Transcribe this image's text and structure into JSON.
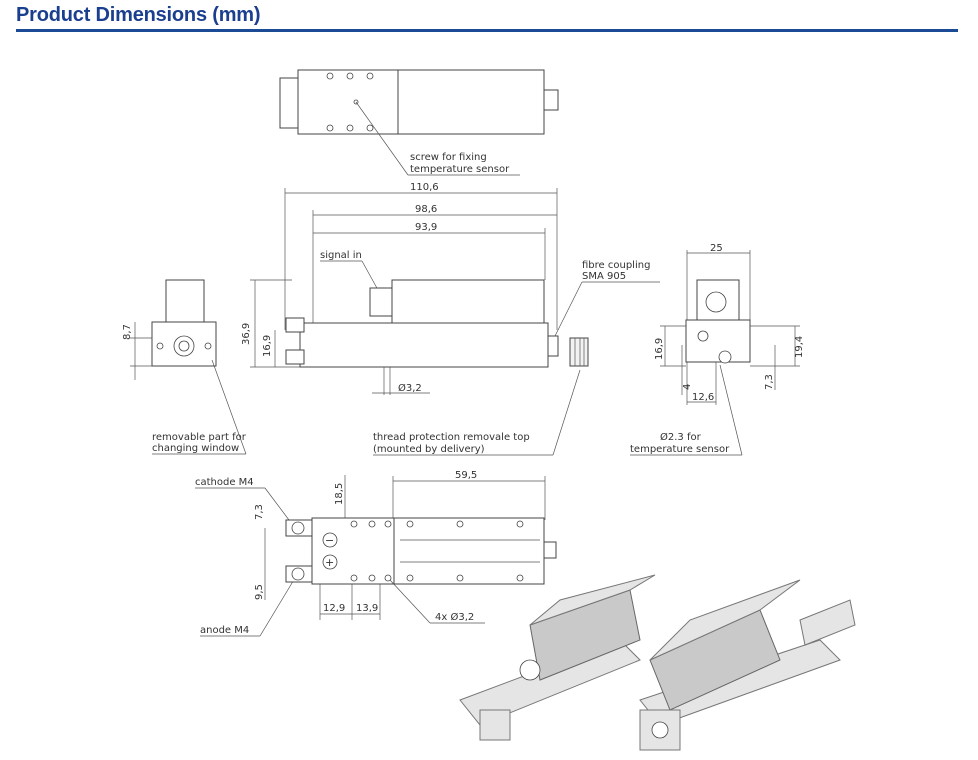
{
  "header": {
    "title": "Product Dimensions (mm)"
  },
  "drawing": {
    "top_view": {
      "callout_line1": "screw for fixing",
      "callout_line2": "temperature sensor"
    },
    "side_view": {
      "dim_overall": "110,6",
      "dim_mid": "98,6",
      "dim_inner": "93,9",
      "signal_label": "signal in",
      "fibre_line1": "fibre coupling",
      "fibre_line2": "SMA 905",
      "dim_height": "36,9",
      "dim_lower": "16,9",
      "dim_hole": "Ø3,2",
      "thread_line1": "thread protection removale top",
      "thread_line2": "(mounted by delivery)"
    },
    "left_view": {
      "dim_height": "8,7",
      "removable_line1": "removable part for",
      "removable_line2": "changing window"
    },
    "right_view": {
      "dim_width": "25",
      "dim_left_height": "16,9",
      "dim_small": "4",
      "dim_offset": "12,6",
      "dim_right_height": "19,4",
      "dim_right_small": "7,3",
      "sensor_line1": "Ø2.3 for",
      "sensor_line2": "temperature sensor"
    },
    "bottom_view": {
      "cathode": "cathode M4",
      "anode": "anode M4",
      "dim_top": "18,5",
      "dim_length": "59,5",
      "dim_upper": "7,3",
      "dim_lower": "9,5",
      "dim_a": "12,9",
      "dim_b": "13,9",
      "holes": "4x Ø3,2"
    }
  }
}
